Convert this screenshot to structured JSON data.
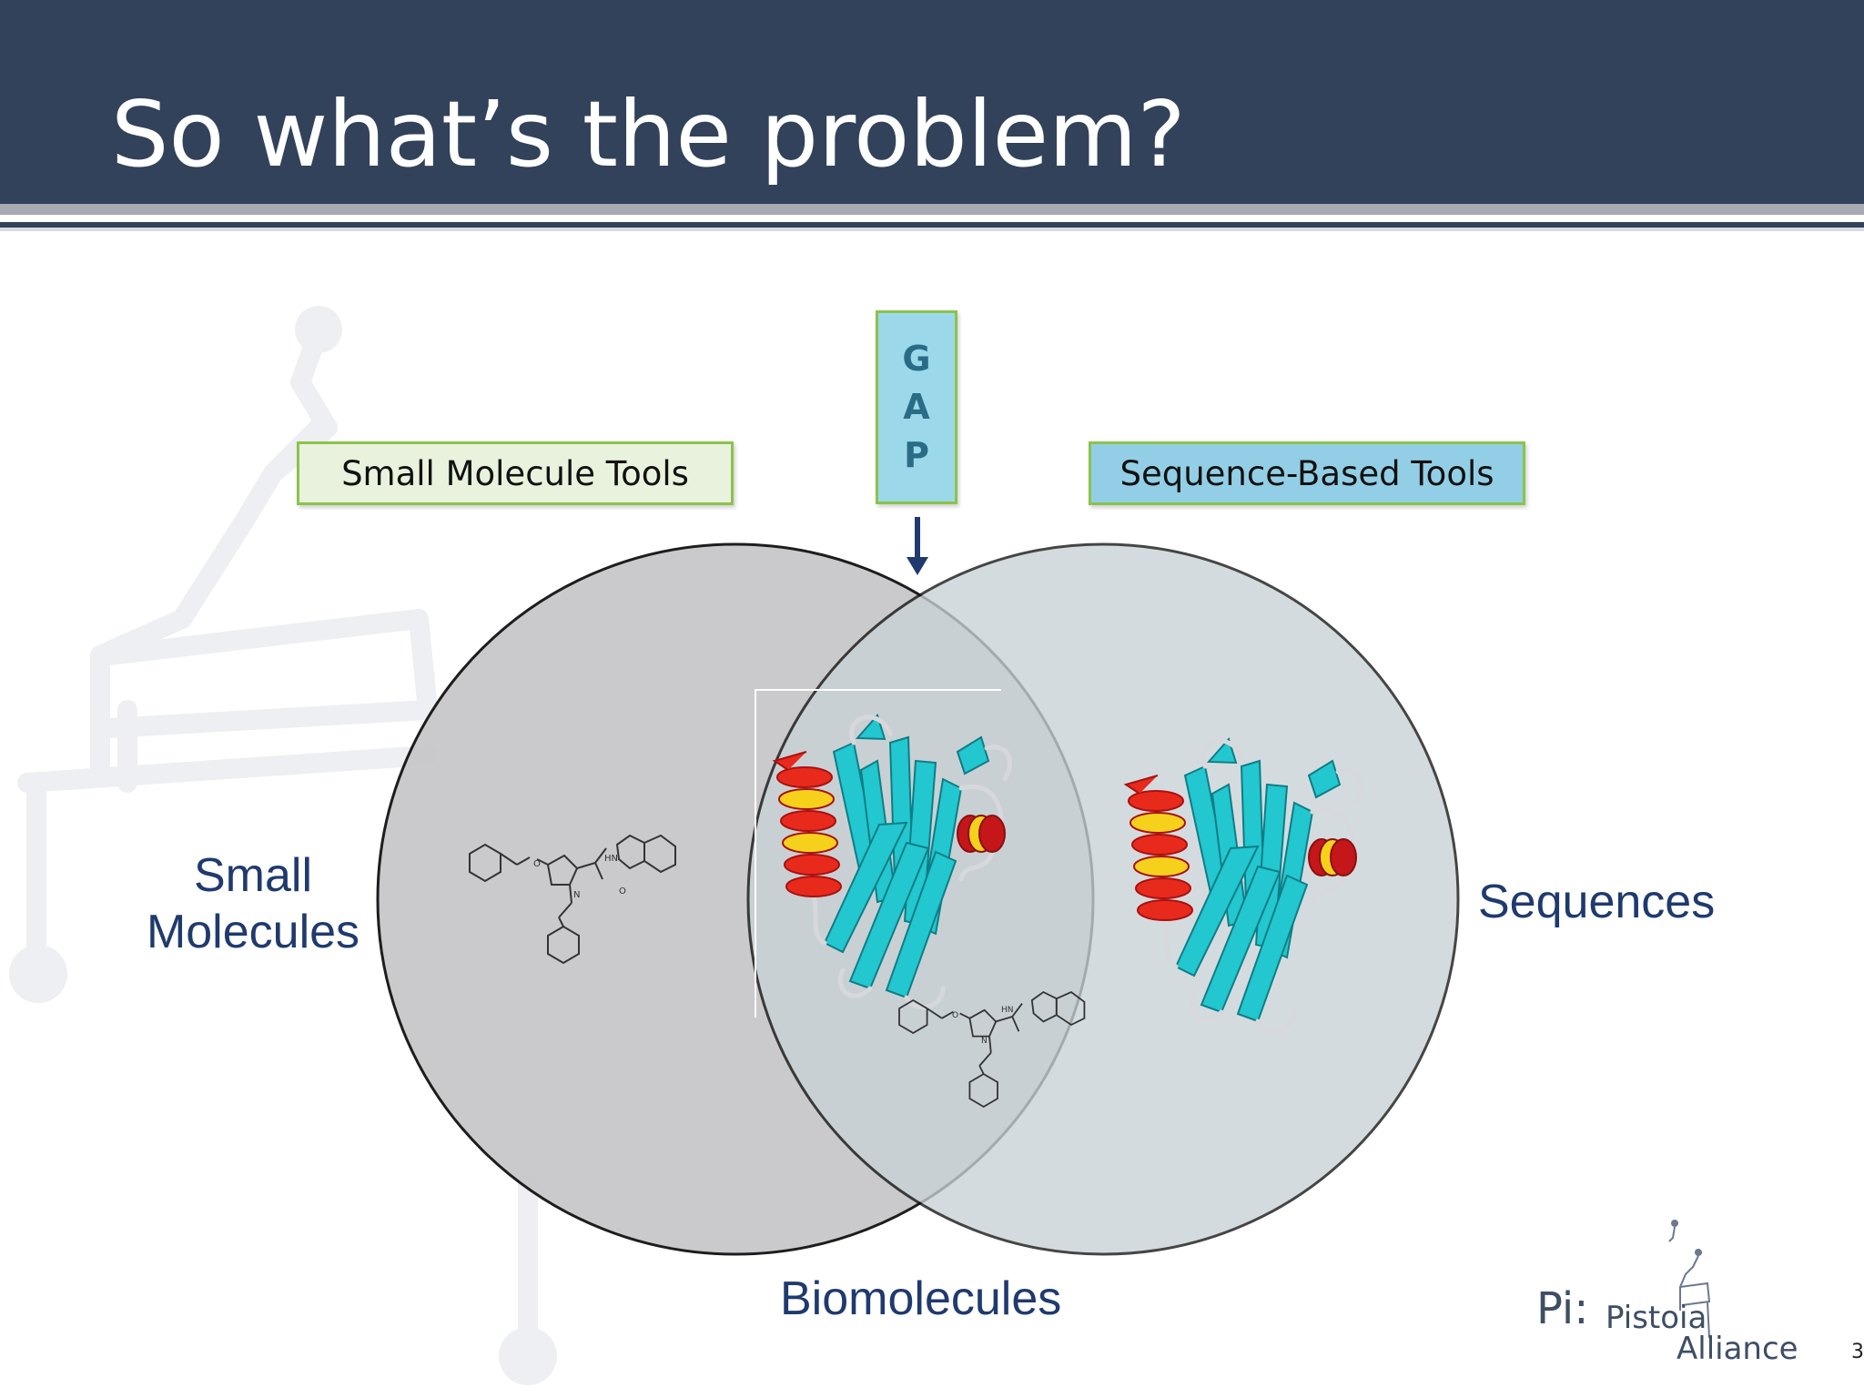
{
  "slide": {
    "title": "So what’s the problem?",
    "header_color": "#31425a",
    "slide_number": "3"
  },
  "tools": {
    "small_molecule": "Small Molecule Tools",
    "sequence_based": "Sequence-Based Tools"
  },
  "gap": {
    "letters": [
      "G",
      "A",
      "P"
    ]
  },
  "venn": {
    "left_label": "Small Molecules",
    "left_label_line1": "Small",
    "left_label_line2": "Molecules",
    "right_label": "Sequences",
    "bottom_label": "Biomolecules",
    "left_circle_color": "#c8c7c9",
    "right_circle_color": "#c9d2d6",
    "label_color": "#1f3a6e"
  },
  "molecule_atoms": {
    "oxygen": "O",
    "nitrogen": "N",
    "amine": "HN"
  },
  "logo": {
    "fragment": "Pi:",
    "word1": "Pistoia",
    "word2": "Alliance"
  },
  "icons": [
    "down-arrow-icon",
    "protein-ribbon-icon",
    "molecule-structure-icon",
    "pistoia-logo-icon"
  ]
}
